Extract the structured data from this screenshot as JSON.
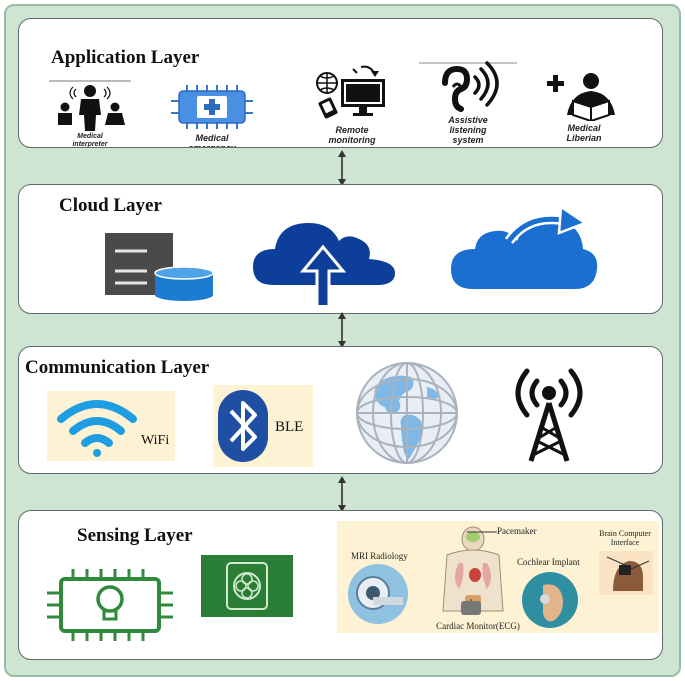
{
  "layers": {
    "application": {
      "title": "Application Layer",
      "items": [
        {
          "label": "Medical\ninterpreter",
          "icon": "medical-interpreter-icon"
        },
        {
          "label": "Medical\nemergency",
          "icon": "medical-emergency-chip-icon"
        },
        {
          "label": "Remote\nmonitoring",
          "icon": "remote-monitoring-icon"
        },
        {
          "label": "Assistive\nlistening\nsystem",
          "icon": "hearing-icon"
        },
        {
          "label": "Medical\nLiberian",
          "icon": "medical-librarian-icon"
        }
      ]
    },
    "cloud": {
      "title": "Cloud Layer",
      "items": [
        {
          "icon": "server-database-icon"
        },
        {
          "icon": "cloud-upload-icon"
        },
        {
          "icon": "cloud-share-icon"
        }
      ]
    },
    "communication": {
      "title": "Communication Layer",
      "items": [
        {
          "label": "WiFi",
          "icon": "wifi-icon"
        },
        {
          "label": "BLE",
          "icon": "bluetooth-icon"
        },
        {
          "icon": "globe-icon"
        },
        {
          "icon": "cell-tower-icon"
        }
      ]
    },
    "sensing": {
      "title": "Sensing Layer",
      "items": [
        {
          "icon": "iot-chip-icon"
        },
        {
          "icon": "sensor-chip-icon"
        }
      ],
      "panel": {
        "labels": {
          "pacemaker": "Pacemaker",
          "mri": "MRI Radiology",
          "cochlear": "Cochlear Implant",
          "bci": "Brain Computer\nInterface",
          "ecg": "Cardiac Monitor(ECG)"
        }
      }
    }
  },
  "colors": {
    "frame_bg": "#cfe5d3",
    "cloud_blue": "#0d3f9a",
    "sky_blue": "#1a7bd1",
    "wifi_blue": "#1f9de2",
    "bluetooth_blue": "#1f4fa3",
    "chip_green": "#2f8a3c",
    "globe_blue": "#7fb8e6"
  }
}
